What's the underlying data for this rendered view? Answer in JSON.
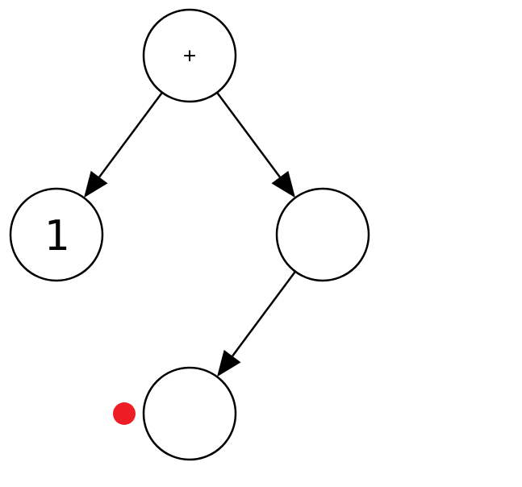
{
  "tree": {
    "nodes": [
      {
        "id": "root",
        "label": "+"
      },
      {
        "id": "left",
        "label": "1"
      },
      {
        "id": "right",
        "label": ""
      },
      {
        "id": "bottom",
        "label": ""
      }
    ],
    "edges": [
      {
        "from": "root",
        "to": "left"
      },
      {
        "from": "root",
        "to": "right"
      },
      {
        "from": "right",
        "to": "bottom"
      }
    ],
    "marker": {
      "attached_to": "bottom",
      "color": "#ee1c25"
    }
  }
}
